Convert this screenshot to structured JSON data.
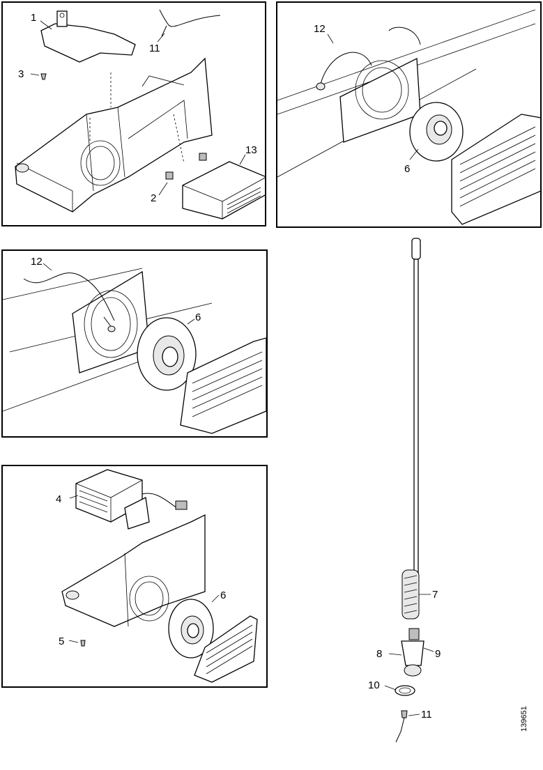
{
  "figure": {
    "reference_code": "139651",
    "panels": [
      {
        "id": "panel-1",
        "callouts": [
          "1",
          "3",
          "11",
          "13",
          "2"
        ]
      },
      {
        "id": "panel-2",
        "callouts": [
          "12",
          "6"
        ]
      },
      {
        "id": "panel-3",
        "callouts": [
          "12",
          "6"
        ]
      },
      {
        "id": "panel-4",
        "callouts": [
          "4",
          "6",
          "5"
        ]
      }
    ],
    "antenna_callouts": [
      "7",
      "8",
      "9",
      "10",
      "11"
    ]
  }
}
